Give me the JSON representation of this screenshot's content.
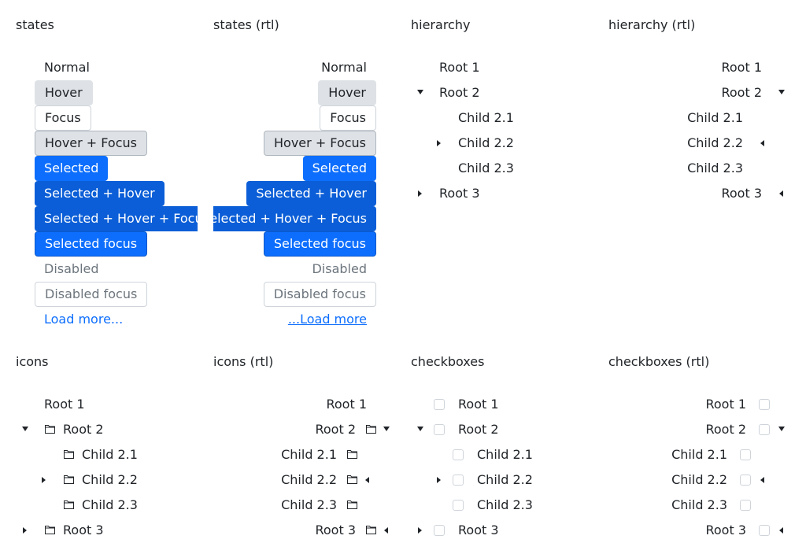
{
  "panels": {
    "states": {
      "title": "states",
      "items": [
        {
          "label": "Normal"
        },
        {
          "label": "Hover"
        },
        {
          "label": "Focus"
        },
        {
          "label": "Hover + Focus"
        },
        {
          "label": "Selected"
        },
        {
          "label": "Selected + Hover"
        },
        {
          "label": "Selected + Hover + Focus"
        },
        {
          "label": "Selected focus"
        },
        {
          "label": "Disabled"
        },
        {
          "label": "Disabled focus"
        },
        {
          "label": "Load more..."
        }
      ]
    },
    "states_rtl": {
      "title": "states (rtl)",
      "items": [
        {
          "label": "Normal"
        },
        {
          "label": "Hover"
        },
        {
          "label": "Focus"
        },
        {
          "label": "Hover + Focus"
        },
        {
          "label": "Selected"
        },
        {
          "label": "Selected + Hover"
        },
        {
          "label": "Selected + Hover + Focus"
        },
        {
          "label": "Selected focus"
        },
        {
          "label": "Disabled"
        },
        {
          "label": "Disabled focus"
        },
        {
          "label": "...Load more"
        }
      ]
    },
    "hierarchy": {
      "title": "hierarchy",
      "items": [
        {
          "label": "Root 1"
        },
        {
          "label": "Root 2",
          "caret": "expanded"
        },
        {
          "label": "Child 2.1"
        },
        {
          "label": "Child 2.2",
          "caret": "collapsed"
        },
        {
          "label": "Child 2.3"
        },
        {
          "label": "Root 3",
          "caret": "collapsed"
        }
      ]
    },
    "hierarchy_rtl": {
      "title": "hierarchy (rtl)",
      "items": [
        {
          "label": "Root 1"
        },
        {
          "label": "Root 2",
          "caret": "expanded"
        },
        {
          "label": "Child 2.1"
        },
        {
          "label": "Child 2.2",
          "caret": "collapsed"
        },
        {
          "label": "Child 2.3"
        },
        {
          "label": "Root 3",
          "caret": "collapsed"
        }
      ]
    },
    "icons": {
      "title": "icons",
      "icon": "folder-icon",
      "items": [
        {
          "label": "Root 1"
        },
        {
          "label": "Root 2",
          "caret": "expanded"
        },
        {
          "label": "Child 2.1"
        },
        {
          "label": "Child 2.2",
          "caret": "collapsed"
        },
        {
          "label": "Child 2.3"
        },
        {
          "label": "Root 3",
          "caret": "collapsed"
        }
      ]
    },
    "icons_rtl": {
      "title": "icons (rtl)",
      "icon": "folder-icon",
      "items": [
        {
          "label": "Root 1"
        },
        {
          "label": "Root 2",
          "caret": "expanded"
        },
        {
          "label": "Child 2.1"
        },
        {
          "label": "Child 2.2",
          "caret": "collapsed"
        },
        {
          "label": "Child 2.3"
        },
        {
          "label": "Root 3",
          "caret": "collapsed"
        }
      ]
    },
    "checkboxes": {
      "title": "checkboxes",
      "items": [
        {
          "label": "Root 1",
          "checked": false
        },
        {
          "label": "Root 2",
          "caret": "expanded",
          "checked": false
        },
        {
          "label": "Child 2.1",
          "checked": false
        },
        {
          "label": "Child 2.2",
          "caret": "collapsed",
          "checked": false
        },
        {
          "label": "Child 2.3",
          "checked": false
        },
        {
          "label": "Root 3",
          "caret": "collapsed",
          "checked": false
        }
      ]
    },
    "checkboxes_rtl": {
      "title": "checkboxes (rtl)",
      "items": [
        {
          "label": "Root 1",
          "checked": false
        },
        {
          "label": "Root 2",
          "caret": "expanded",
          "checked": false
        },
        {
          "label": "Child 2.1",
          "checked": false
        },
        {
          "label": "Child 2.2",
          "caret": "collapsed",
          "checked": false
        },
        {
          "label": "Child 2.3",
          "checked": false
        },
        {
          "label": "Root 3",
          "caret": "collapsed",
          "checked": false
        }
      ]
    }
  },
  "colors": {
    "text": "#212529",
    "selected": "#0d6efd",
    "hover": "#dee2e6",
    "disabled": "#6c757d",
    "link": "#0d6efd",
    "border": "#ced4da"
  }
}
